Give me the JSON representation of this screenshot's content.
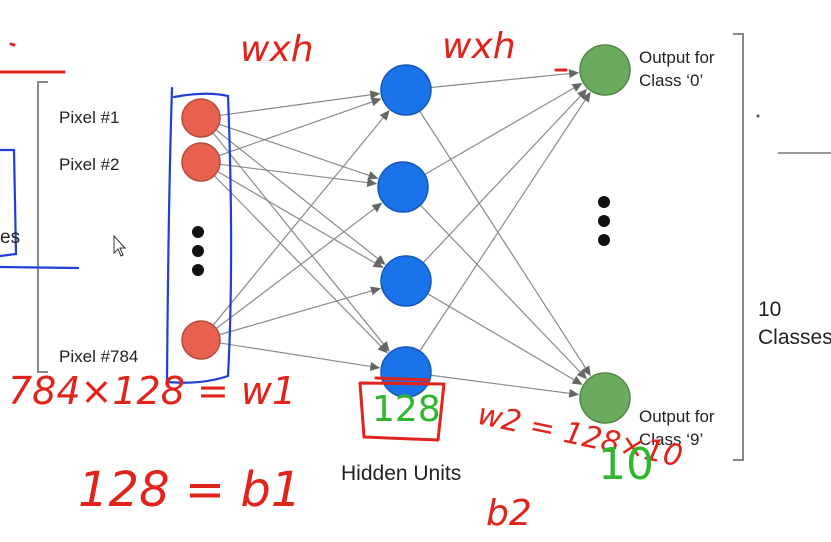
{
  "diagram": {
    "input_labels": [
      "Pixel #1",
      "Pixel #2",
      "Pixel #784"
    ],
    "output_labels": [
      {
        "line1": "Output for",
        "line2": "Class ‘0’"
      },
      {
        "line1": "Output for",
        "line2": "Class ‘9’"
      }
    ],
    "hidden_label": "Hidden Units",
    "classes_label": {
      "line1": "10",
      "line2": "Classes"
    },
    "cropped_left_text": "es"
  },
  "annotations": {
    "w_xh_1": "wxh",
    "w_xh_2": "wxh",
    "dims_w1": "784×128 = w1",
    "hidden_count": "128",
    "w2": "w2 = 128×10",
    "b1": "128 = b1",
    "b2": "b2",
    "ten": "10"
  },
  "colors": {
    "input_node": "#e8614f",
    "hidden_node": "#1a73e8",
    "output_node": "#6aab5e",
    "edge": "#8a8a8a",
    "ink_red": "#e0231b",
    "ink_blue": "#1f3fd6",
    "ink_green": "#2fb82f",
    "bracket": "#888888"
  }
}
